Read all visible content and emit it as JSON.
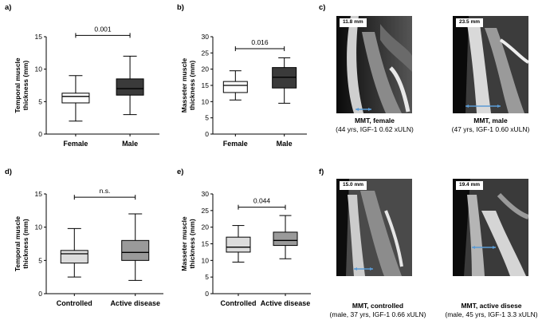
{
  "panels": {
    "a": "a)",
    "b": "b)",
    "c": "c)",
    "d": "d)",
    "e": "e)",
    "f": "f)"
  },
  "chart_data": [
    {
      "id": "a",
      "type": "box",
      "ylabel_lines": [
        "Temporal muscle",
        "thickness (mm)"
      ],
      "ylim": [
        0,
        15
      ],
      "yticks": [
        0,
        5,
        10,
        15
      ],
      "categories": [
        "Female",
        "Male"
      ],
      "boxes": [
        {
          "min": 2.0,
          "q1": 4.8,
          "median": 5.8,
          "q3": 6.3,
          "max": 9.0,
          "color": "#ffffff"
        },
        {
          "min": 3.0,
          "q1": 6.0,
          "median": 7.0,
          "q3": 8.5,
          "max": 12.0,
          "color": "#3a3a3a"
        }
      ],
      "annotation": "0.001",
      "annotation_y": 15.2
    },
    {
      "id": "b",
      "type": "box",
      "ylabel_lines": [
        "Masseter muscle",
        "thickness (mm)"
      ],
      "ylim": [
        0,
        30
      ],
      "yticks": [
        0,
        5,
        10,
        15,
        20,
        25,
        30
      ],
      "categories": [
        "Female",
        "Male"
      ],
      "boxes": [
        {
          "min": 10.5,
          "q1": 12.8,
          "median": 15.0,
          "q3": 16.2,
          "max": 19.5,
          "color": "#ffffff"
        },
        {
          "min": 9.5,
          "q1": 14.2,
          "median": 17.5,
          "q3": 20.5,
          "max": 23.5,
          "color": "#3a3a3a"
        }
      ],
      "annotation": "0.016",
      "annotation_y": 26.3
    },
    {
      "id": "d",
      "type": "box",
      "ylabel_lines": [
        "Temporal muscle",
        "thickness (mm)"
      ],
      "ylim": [
        0,
        15
      ],
      "yticks": [
        0,
        5,
        10,
        15
      ],
      "categories": [
        "Controlled",
        "Active disease"
      ],
      "boxes": [
        {
          "min": 2.5,
          "q1": 4.6,
          "median": 6.0,
          "q3": 6.5,
          "max": 9.8,
          "color": "#dcdcdc"
        },
        {
          "min": 2.0,
          "q1": 5.0,
          "median": 6.2,
          "q3": 8.0,
          "max": 12.0,
          "color": "#9a9a9a"
        }
      ],
      "annotation": "n.s.",
      "annotation_y": 14.5
    },
    {
      "id": "e",
      "type": "box",
      "ylabel_lines": [
        "Masseter muscle",
        "thickness (mm)"
      ],
      "ylim": [
        0,
        30
      ],
      "yticks": [
        0,
        5,
        10,
        15,
        20,
        25,
        30
      ],
      "categories": [
        "Controlled",
        "Active disease"
      ],
      "boxes": [
        {
          "min": 9.5,
          "q1": 12.5,
          "median": 14.0,
          "q3": 17.0,
          "max": 20.5,
          "color": "#dcdcdc"
        },
        {
          "min": 10.5,
          "q1": 14.5,
          "median": 16.0,
          "q3": 18.5,
          "max": 23.5,
          "color": "#9a9a9a"
        }
      ],
      "annotation": "0.044",
      "annotation_y": 26.0
    }
  ],
  "images": [
    {
      "id": "c1",
      "measure": "11.8 mm",
      "caption_title": "MMT, female",
      "caption_sub": "(44 yrs, IGF-1 0.62 xULN)"
    },
    {
      "id": "c2",
      "measure": "23.5 mm",
      "caption_title": "MMT, male",
      "caption_sub": "(47 yrs, IGF-1 0.60 xULN)"
    },
    {
      "id": "f1",
      "measure": "15.0 mm",
      "caption_title": "MMT, controlled",
      "caption_sub": "(male, 37 yrs, IGF-1 0.66 xULN)"
    },
    {
      "id": "f2",
      "measure": "19.4 mm",
      "caption_title": "MMT, active disese",
      "caption_sub": "(male, 45 yrs, IGF-1 3.3 xULN)"
    }
  ],
  "colors": {
    "arrow": "#5b9bd5",
    "mri_bg": "#1a1a1a"
  }
}
